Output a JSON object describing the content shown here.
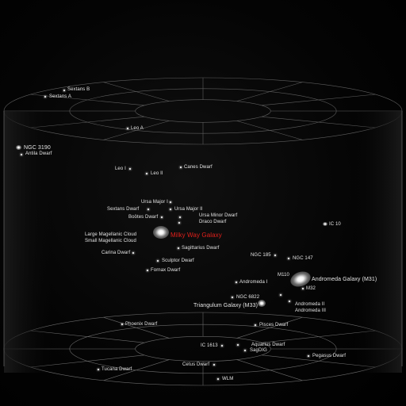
{
  "labels": {
    "sextans_b": "Sextans B",
    "sextans_a": "Sextans A",
    "leo_a": "Leo A",
    "ngc_3190": "NGC 3190",
    "antila_dwarf": "Antila Dwarf",
    "leo_i": "Leo I",
    "leo_ii": "Leo II",
    "canes_dwarf": "Canes Dwarf",
    "ursa_major_i": "Ursa Major I",
    "ursa_major_ii": "Ursa Major II",
    "sextans_dwarf": "Sextans Dwarf",
    "bootes_dwarf": "Boötes Dwarf",
    "ursa_minor_dwarf": "Ursa Minor Dwarf",
    "draco_dwarf": "Draco Dwarf",
    "large_magellanic_cloud": "Large Magellanic Cloud",
    "small_magellanic_cloud": "Small Magellanic Cloud",
    "milky_way": "Milky Way Galaxy",
    "sagittarius_dwarf": "Sagittarius Dwarf",
    "carina_dwarf": "Carina Dwarf",
    "sculptor_dwarf": "Sculptor Dwarf",
    "fornax_dwarf": "Fornax Dwarf",
    "ic_10": "IC 10",
    "ngc_185": "NGC 185",
    "ngc_147": "NGC 147",
    "m110": "M110",
    "andromeda_galaxy": "Andromeda Galaxy (M31)",
    "andromeda_i": "Andromeda I",
    "m32": "M32",
    "ngc_6822": "NGC 6822",
    "triangulum_galaxy": "Triangulum Galaxy (M33)",
    "andromeda_ii": "Andromeda II",
    "andromeda_iii": "Andromeda III",
    "phoenix_dwarf": "Phoenix Dwarf",
    "pisces_dwarf": "Pisces Dwarf",
    "ic_1613": "IC 1613",
    "aquarius_dwarf": "Aquarius Dwarf",
    "sagdig": "SagDIG",
    "pegasus_dwarf": "Pegasus Dwarf",
    "cetus_dwarf": "Cetus Dwarf",
    "tucana_dwarf": "Tucana Dwarf",
    "wlm": "WLM"
  },
  "colors": {
    "grid_line": "#6a6a6a",
    "highlight": "#e0201b",
    "text": "#e6e6e6"
  }
}
